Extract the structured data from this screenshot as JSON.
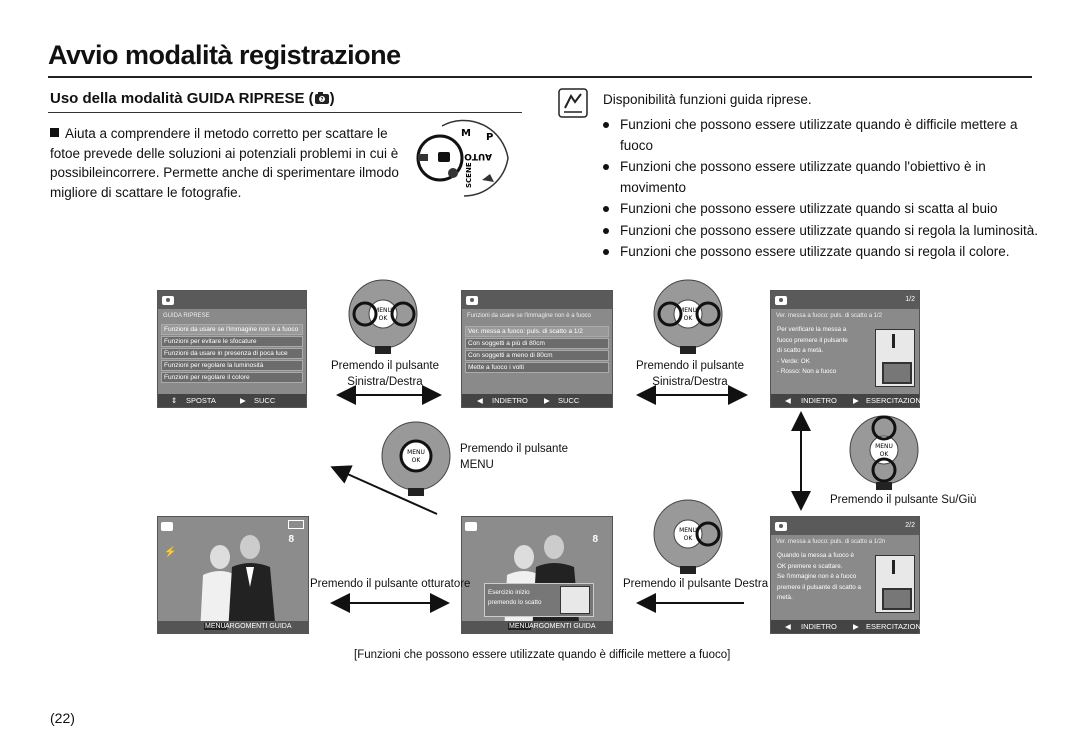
{
  "page": {
    "title": "Avvio modalità registrazione",
    "section_title": "Uso della modalità GUIDA RIPRESE (",
    "section_title_end": ")",
    "intro_text": "Aiuta a comprendere il metodo corretto per scattare le fotoe prevede delle soluzioni ai potenziali problemi in cui è possibileincorrere. Permette anche di sperimentare ilmodo migliore di scattare le fotografie.",
    "note_title": "Disponibilità funzioni guida riprese.",
    "bullets": [
      "Funzioni che possono essere utilizzate quando è difficile mettere a fuoco",
      "Funzioni che possono essere utilizzate quando l'obiettivo è in movimento",
      "Funzioni che possono essere utilizzate quando si scatta al buio",
      "Funzioni che possono essere utilizzate quando si regola la luminosità.",
      "Funzioni che possono essere utilizzate quando si regola il colore."
    ],
    "figure_caption": "[Funzioni che possono essere utilizzate quando è difficile mettere a fuoco]",
    "page_number": "(22)"
  },
  "dial": {
    "m": "M",
    "p": "P",
    "auto": "AUTO",
    "scene": "SCENE"
  },
  "screen1": {
    "header": "GUIDA RIPRESE",
    "rows": [
      "Funzioni da usare se l'immagine non è a fuoco",
      "Funzioni per evitare le sfocature",
      "Funzioni da usare in presenza di poca luce",
      "Funzioni per regolare la luminosità",
      "Funzioni per regolare il colore"
    ],
    "foot_left": "SPOSTA",
    "foot_right": "SUCC"
  },
  "screen2": {
    "header": "Funzioni da usare se l'immagine non è a fuoco",
    "rows": [
      "Ver. messa a fuoco: puls. di scatto a 1/2",
      "Con soggetti a più di 80cm",
      "Con soggetti a meno di 80cm",
      "Mette a fuoco i volti"
    ],
    "foot_left": "INDIETRO",
    "foot_right": "SUCC"
  },
  "screen3": {
    "page": "1/2",
    "header": "Ver. messa a fuoco: puls. di scatto a 1/2",
    "body": [
      "Per verificare la messa a",
      "fuoco premere il pulsante",
      "di scatto a metà.",
      "- Verde: OK",
      "- Rosso: Non a fuoco"
    ],
    "foot_left": "INDIETRO",
    "foot_right": "ESERCITAZIONE"
  },
  "screen4": {
    "page": "2/2",
    "header": "Ver. messa a fuoco: puls. di scatto a 1/2n",
    "body": [
      "Quando la messa a fuoco è",
      "OK premere e scattare.",
      "Se l'immagine non è a fuoco",
      "premere il pulsante di scatto a",
      "metà."
    ],
    "foot_left": "INDIETRO",
    "foot_right": "ESERCITAZIONE"
  },
  "photo1": {
    "count": "8",
    "menu": "MENU",
    "foot": "ARGOMENTI GUIDA"
  },
  "photo2": {
    "count": "8",
    "menu": "MENU",
    "foot": "ARGOMENTI GUIDA",
    "overlay": [
      "Esercizio inizio",
      "premendo lo scatto"
    ]
  },
  "pad": {
    "menu": "MENU",
    "ok": "OK"
  },
  "captions": {
    "c1": [
      "Premendo il pulsante",
      "Sinistra/Destra"
    ],
    "c2": [
      "Premendo il pulsante",
      "Sinistra/Destra"
    ],
    "c3": [
      "Premendo il pulsante",
      "MENU"
    ],
    "c4": "Premendo il pulsante Su/Giù",
    "c5": "Premendo il pulsante otturatore",
    "c6": "Premendo il pulsante Destra"
  },
  "colors": {
    "screen_bg": "#8a8a8a",
    "header_bg": "#5a5a5a",
    "footer_bg": "#444444"
  }
}
